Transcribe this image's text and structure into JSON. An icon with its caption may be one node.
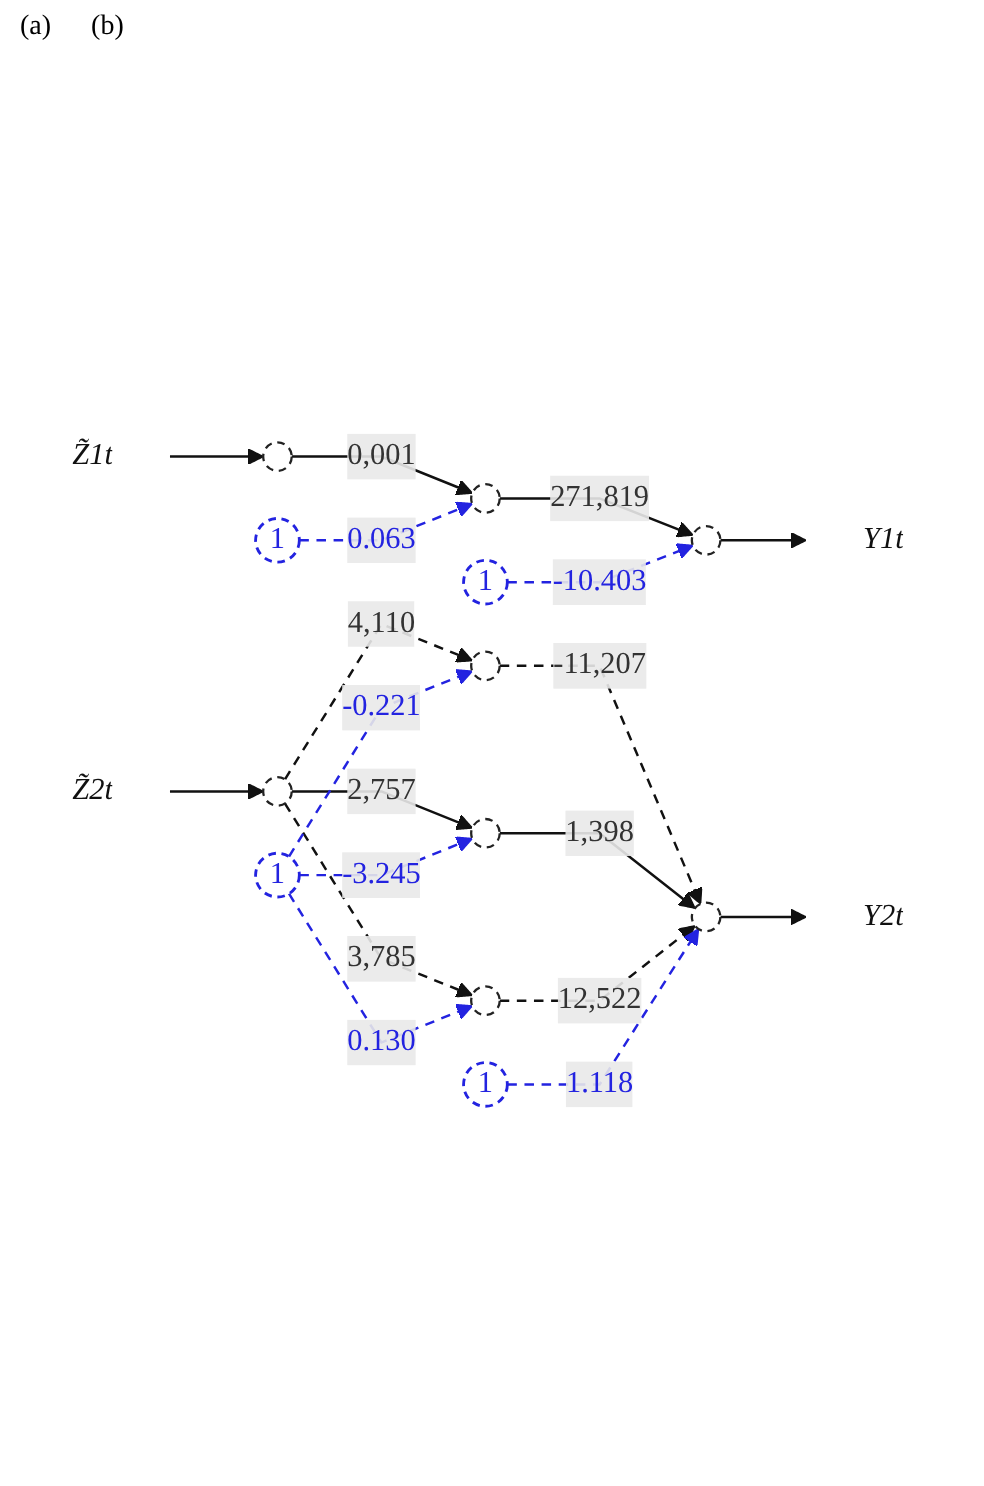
{
  "diagram": {
    "nodes": [
      {
        "text": [
          "1"
        ]
      },
      {
        "text": [
          "1"
        ]
      },
      {
        "text": [
          "Z̃1t"
        ]
      },
      {
        "text": [],
        "shape": "circle"
      },
      {
        "text": [],
        "shape": "circle"
      },
      {
        "text": [],
        "shape": "circle"
      },
      {
        "text": [
          "Y1t"
        ]
      },
      {
        "text": [
          "1"
        ]
      },
      {
        "text": [
          "1"
        ]
      },
      {
        "text": [
          "Z̃2t"
        ]
      },
      {
        "text": [],
        "shape": "circle"
      },
      {
        "text": [],
        "shape": "circle"
      },
      {
        "text": [],
        "shape": "circle"
      },
      {
        "text": [],
        "shape": "circle"
      },
      {
        "text": [],
        "shape": "circle"
      },
      {
        "text": [
          "Y2t"
        ]
      }
    ],
    "edges": [
      {
        "from": 2,
        "to": 3,
        "arrow": "to"
      },
      {
        "from": 3,
        "to": 4,
        "arrow": "to",
        "label": "0,001"
      },
      {
        "from": 4,
        "to": 5,
        "arrow": "to",
        "label": "271,819"
      },
      {
        "from": 5,
        "to": 6,
        "arrow": "to"
      },
      {
        "from": 0,
        "to": 4,
        "arrow": "to",
        "label": "0.063",
        "style": "dashed",
        "color": "#2323e0"
      },
      {
        "from": 1,
        "to": 5,
        "arrow": "to",
        "label": "-10.403",
        "style": "dashed",
        "color": "#2323e0"
      },
      {
        "from": 9,
        "to": 10,
        "arrow": "to"
      },
      {
        "from": 10,
        "to": 11,
        "arrow": "to",
        "label": "4,110",
        "style": "dashed"
      },
      {
        "from": 10,
        "to": 12,
        "arrow": "to",
        "label": "2,757"
      },
      {
        "from": 10,
        "to": 13,
        "arrow": "to",
        "label": "3,785",
        "style": "dashed"
      },
      {
        "from": 11,
        "to": 14,
        "arrow": "to",
        "label": "-11,207",
        "style": "dashed"
      },
      {
        "from": 12,
        "to": 14,
        "arrow": "to",
        "label": "1,398"
      },
      {
        "from": 13,
        "to": 14,
        "arrow": "to",
        "label": "12,522",
        "style": "dashed"
      },
      {
        "from": 14,
        "to": 15,
        "arrow": "to"
      },
      {
        "from": 7,
        "to": 11,
        "arrow": "to",
        "label": "-0.221",
        "style": "dashed",
        "color": "#2323e0"
      },
      {
        "from": 7,
        "to": 12,
        "arrow": "to",
        "label": "-3.245",
        "style": "dashed",
        "color": "#2323e0"
      },
      {
        "from": 7,
        "to": 13,
        "arrow": "to",
        "label": "0.130",
        "style": "dashed",
        "color": "#2323e0"
      },
      {
        "from": 8,
        "to": 14,
        "arrow": "to",
        "label": "1.118",
        "style": "dashed",
        "color": "#2323e0"
      }
    ],
    "labels": [
      "(a)",
      "(b)"
    ]
  }
}
